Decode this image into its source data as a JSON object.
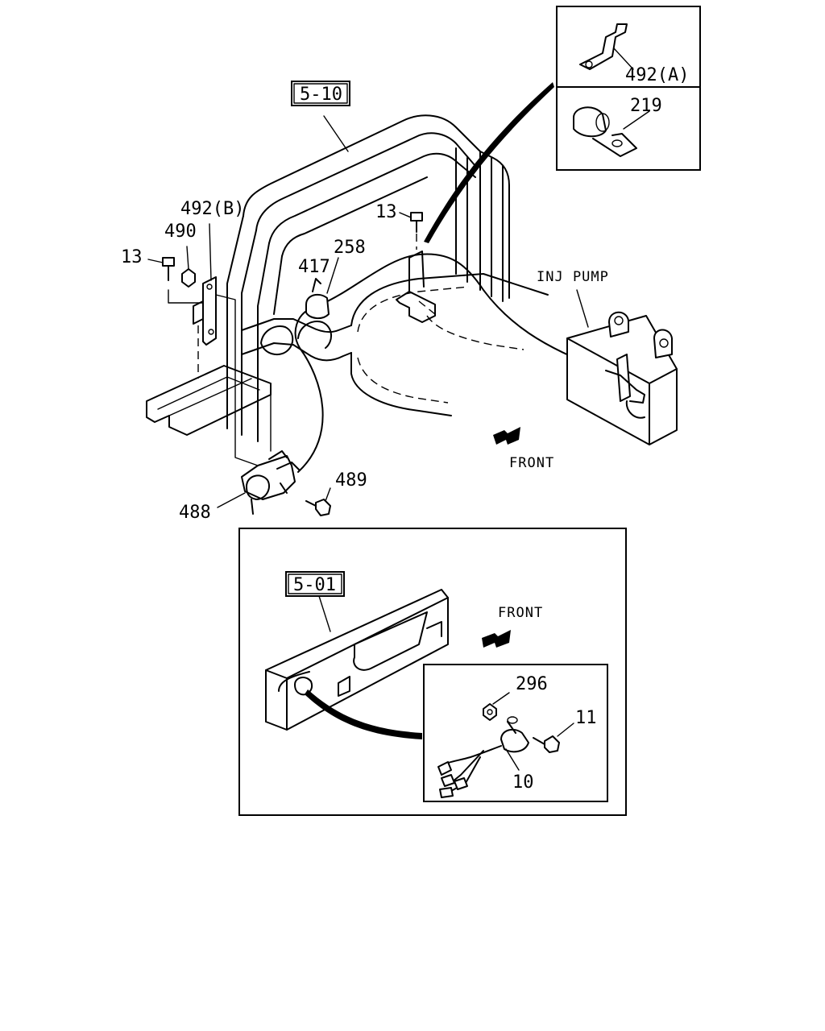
{
  "labels": {
    "ref_5_10": "5-10",
    "ref_5_01": "5-01",
    "p492a": "492(A)",
    "p219": "219",
    "p492b": "492(B)",
    "p490": "490",
    "p13_left": "13",
    "p13_mid": "13",
    "p258": "258",
    "p417": "417",
    "inj_pump": "INJ PUMP",
    "front_top": "FRONT",
    "p489": "489",
    "p488": "488",
    "front_bottom": "FRONT",
    "p296": "296",
    "p11": "11",
    "p10": "10"
  }
}
